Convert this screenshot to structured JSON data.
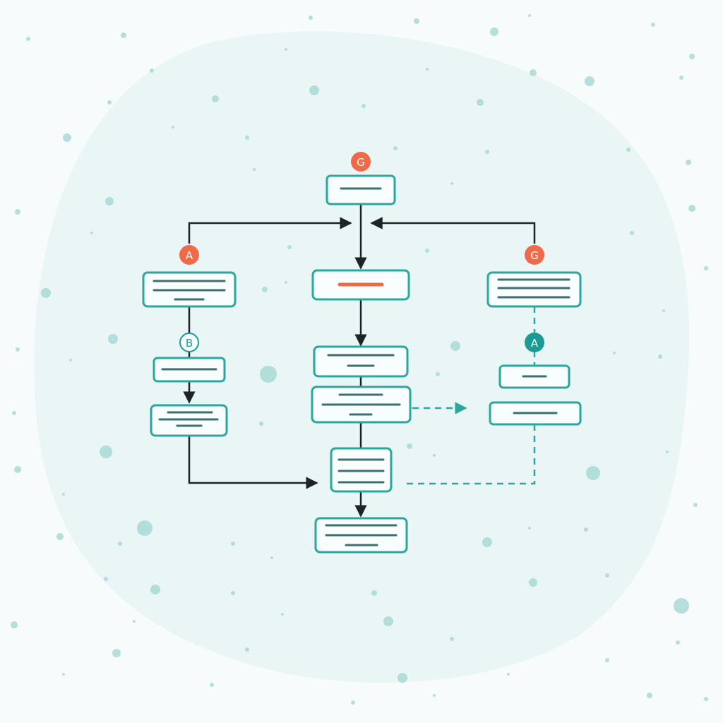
{
  "colors": {
    "background": "#f7fbfb",
    "blob": "#e9f6f5",
    "teal": "#2aa7a0",
    "teal_dark": "#3d6e70",
    "coral": "#f06a4a",
    "connector": "#1d2326",
    "card_fill": "#f8fdfd"
  },
  "markers": {
    "top": "G",
    "left": "A",
    "right": "G",
    "left_mid": "B",
    "right_mid": "A"
  }
}
